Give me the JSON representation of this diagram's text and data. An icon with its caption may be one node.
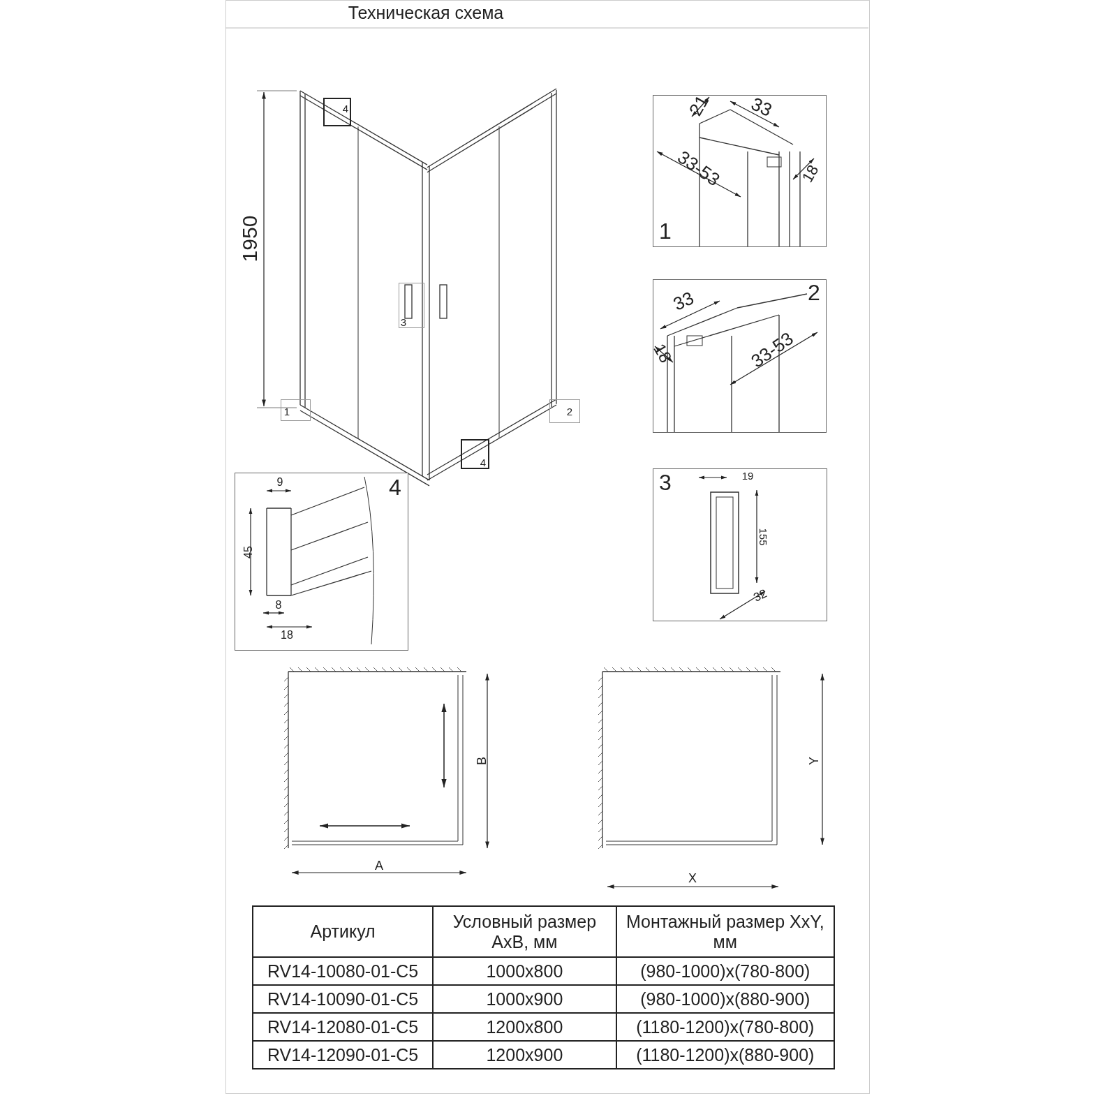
{
  "diagram": {
    "title": "Техническая схема",
    "nodes": [
      {
        "text": [
          "21",
          "33",
          "33-53",
          "18",
          "1"
        ]
      },
      {
        "text": [
          "33",
          "2",
          "18",
          "33-53"
        ]
      },
      {
        "text": [
          "3",
          "19",
          "155",
          "32"
        ]
      },
      {
        "text": [
          "9",
          "4",
          "45",
          "8",
          "18"
        ]
      },
      {
        "text": [
          "4"
        ]
      },
      {
        "text": [
          "3"
        ]
      },
      {
        "text": [
          "1"
        ]
      },
      {
        "text": [
          "2"
        ]
      },
      {
        "text": [
          "4"
        ]
      }
    ],
    "labels": [
      "1950",
      "B",
      "A",
      "Y",
      "X",
      "Артикул",
      "Условный размер AxB, мм",
      "Монтажный размер XxY, мм",
      "RV14-10080-01-C5",
      "1000x800",
      "(980-1000)x(780-800)",
      "RV14-10090-01-C5",
      "1000x900",
      "(980-1000)x(880-900)",
      "RV14-12080-01-C5",
      "1200x800",
      "(1180-1200)x(780-800)",
      "RV14-12090-01-C5",
      "1200x900",
      "(1180-1200)x(880-900)"
    ]
  }
}
